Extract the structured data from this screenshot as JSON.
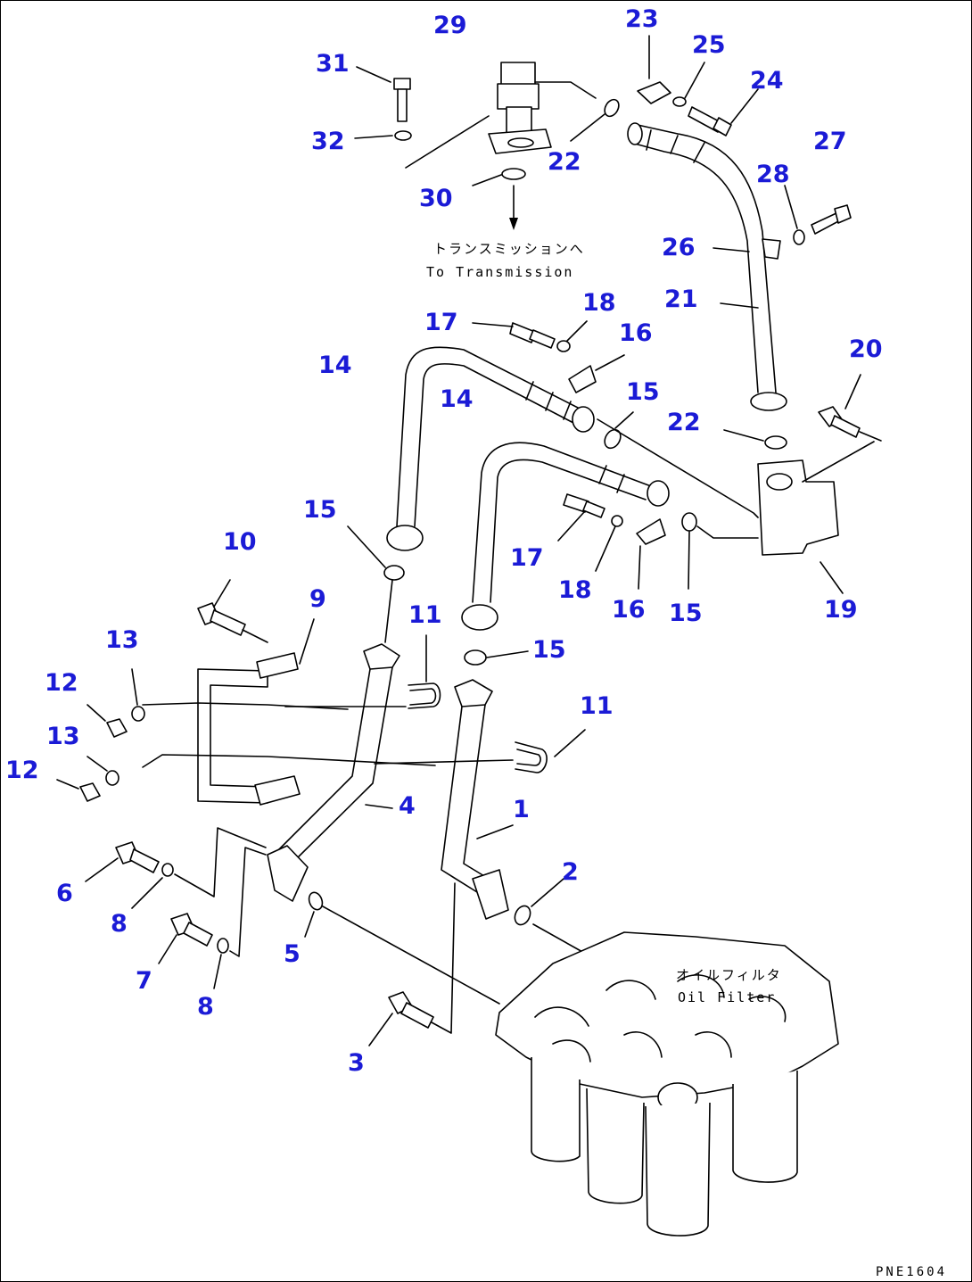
{
  "diagram": {
    "callouts": {
      "c1": "1",
      "c2": "2",
      "c3": "3",
      "c4": "4",
      "c5": "5",
      "c6": "6",
      "c7": "7",
      "c8a": "8",
      "c8b": "8",
      "c9": "9",
      "c10": "10",
      "c11a": "11",
      "c11b": "11",
      "c12a": "12",
      "c12b": "12",
      "c13a": "13",
      "c13b": "13",
      "c14a": "14",
      "c14b": "14",
      "c15a": "15",
      "c15b": "15",
      "c15c": "15",
      "c15d": "15",
      "c16a": "16",
      "c16b": "16",
      "c17a": "17",
      "c17b": "17",
      "c18a": "18",
      "c18b": "18",
      "c19": "19",
      "c20": "20",
      "c21": "21",
      "c22a": "22",
      "c22b": "22",
      "c23": "23",
      "c24": "24",
      "c25": "25",
      "c26": "26",
      "c27": "27",
      "c28": "28",
      "c29": "29",
      "c30": "30",
      "c31": "31",
      "c32": "32"
    },
    "notes": {
      "to_transmission_jp": "トランスミッションへ",
      "to_transmission_en": "To Transmission",
      "oil_filter_jp": "オイルフィルタ",
      "oil_filter_en": "Oil Filter"
    },
    "drawing_code": "PNE1604"
  }
}
